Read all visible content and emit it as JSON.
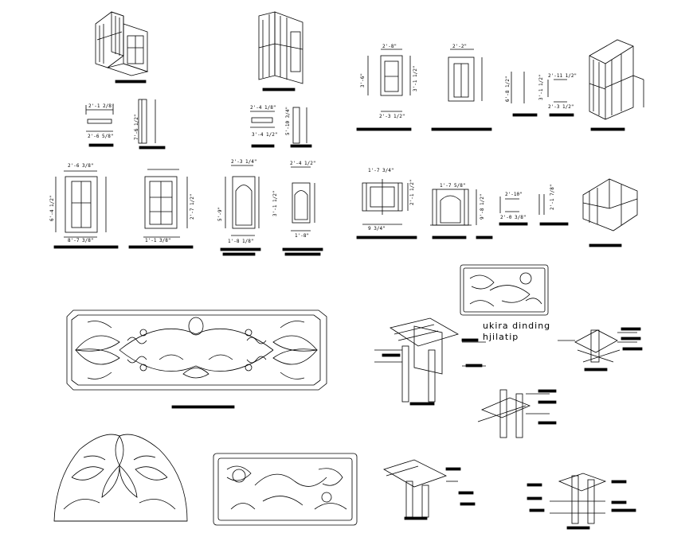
{
  "annotation": {
    "line1": "ukira dinding",
    "line2": "hjilatip"
  },
  "dimensions": {
    "cab1_top_w": "2'-1 2/8\"",
    "cab1_top_w2": "2'-6 5/8\"",
    "cab1_side_h": "7'-6 1/2\"",
    "cab2_top_w": "2'-4 1/8\"",
    "cab2_top_w2": "3'-4 1/2\"",
    "cab2_side_h": "5'-10 3/4\"",
    "f1_top": "2'-6 3/8\"",
    "f1_h": "6'-4 1/2\"",
    "f1_bot": "8'-7 3/8\"",
    "f2_h": "2'-7 1/2\"",
    "f2_bot": "1'-1 3/8\"",
    "f3_top": "2'-3 1/4\"",
    "f3_h": "5'-9\"",
    "f3_bot": "1'-8 1/8\"",
    "f4_top": "2'-4 1/2\"",
    "f4_h": "3'-1 1/2\"",
    "f4_bot": "1'-8\"",
    "r1_top": "2'-8\"",
    "r1_h": "3'-6\"",
    "r1_bot": "2'-3 1/2\"",
    "r2_h": "3'-1 1/2\"",
    "r2_top": "2'-2\"",
    "r3_w": "2'-11 1/2\"",
    "r3_h": "6'-8 1/2\"",
    "r3_h2": "3'-1 1/2\"",
    "r3_bot": "2'-3 1/2\"",
    "s1_top": "1'-7 3/4\"",
    "s1_h": "2'-1 1/2\"",
    "s1_bot": "9 3/4\"",
    "s2_top": "1'-7 5/8\"",
    "s2_h": "9'-8 1/2\"",
    "s3_w": "2'-10\"",
    "s3_bot": "2'-0 3/8\"",
    "s4_w": "2'-1 7/8\""
  },
  "colors": {
    "ink": "#000000",
    "paper": "#ffffff"
  }
}
